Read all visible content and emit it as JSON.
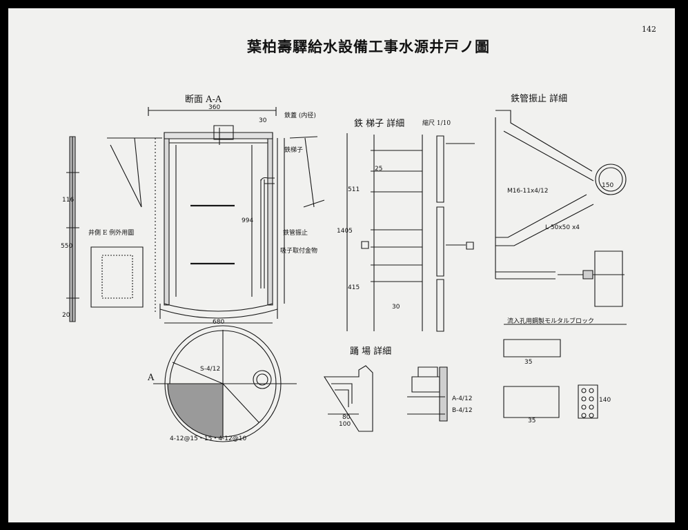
{
  "page_number": "142",
  "title": "葉柏壽驛給水設備工事水源井戸ノ圖",
  "sections": {
    "section_aa": "断面 A-A",
    "ladder_detail": "鉄 梯子 詳細",
    "ladder_scale": "縮尺 1/10",
    "pipe_support_detail": "鉄管振止 詳細",
    "landing_detail": "踊 場 詳細",
    "inflow_block": "流入孔用鋼製モルタルブロック",
    "well_side_view": "井側 E 例外用圖"
  },
  "labels": {
    "manhole_cover": "鉄蓋 (内径)",
    "ladder": "鉄梯子",
    "pipe_support": "鉄管振止",
    "pipe_fixture": "吸子取付金物",
    "section_marker": "A",
    "plate": "L 50x50 x4",
    "bolt": "M16-11x4/12"
  },
  "dimensions": {
    "top_width": "360",
    "bottom_width": "680",
    "ladder_height": "511",
    "ladder_total": "1405",
    "ladder_lower": "415",
    "rung_spacing": "30",
    "ladder_width": "25",
    "block_length_a": "35",
    "block_length_b": "35",
    "landing_a": "80",
    "landing_b": "100",
    "rebar_a": "A-4/12",
    "rebar_b": "B-4/12",
    "wall_height": "994",
    "left_scale_a": "550",
    "left_scale_b": "116",
    "left_scale_c": "20",
    "circle_note": "S-4/12",
    "circle_bottom": "4-12@15・15・4-12@10",
    "pipe_dia": "150",
    "pipe_len": "140",
    "flange": "30"
  }
}
